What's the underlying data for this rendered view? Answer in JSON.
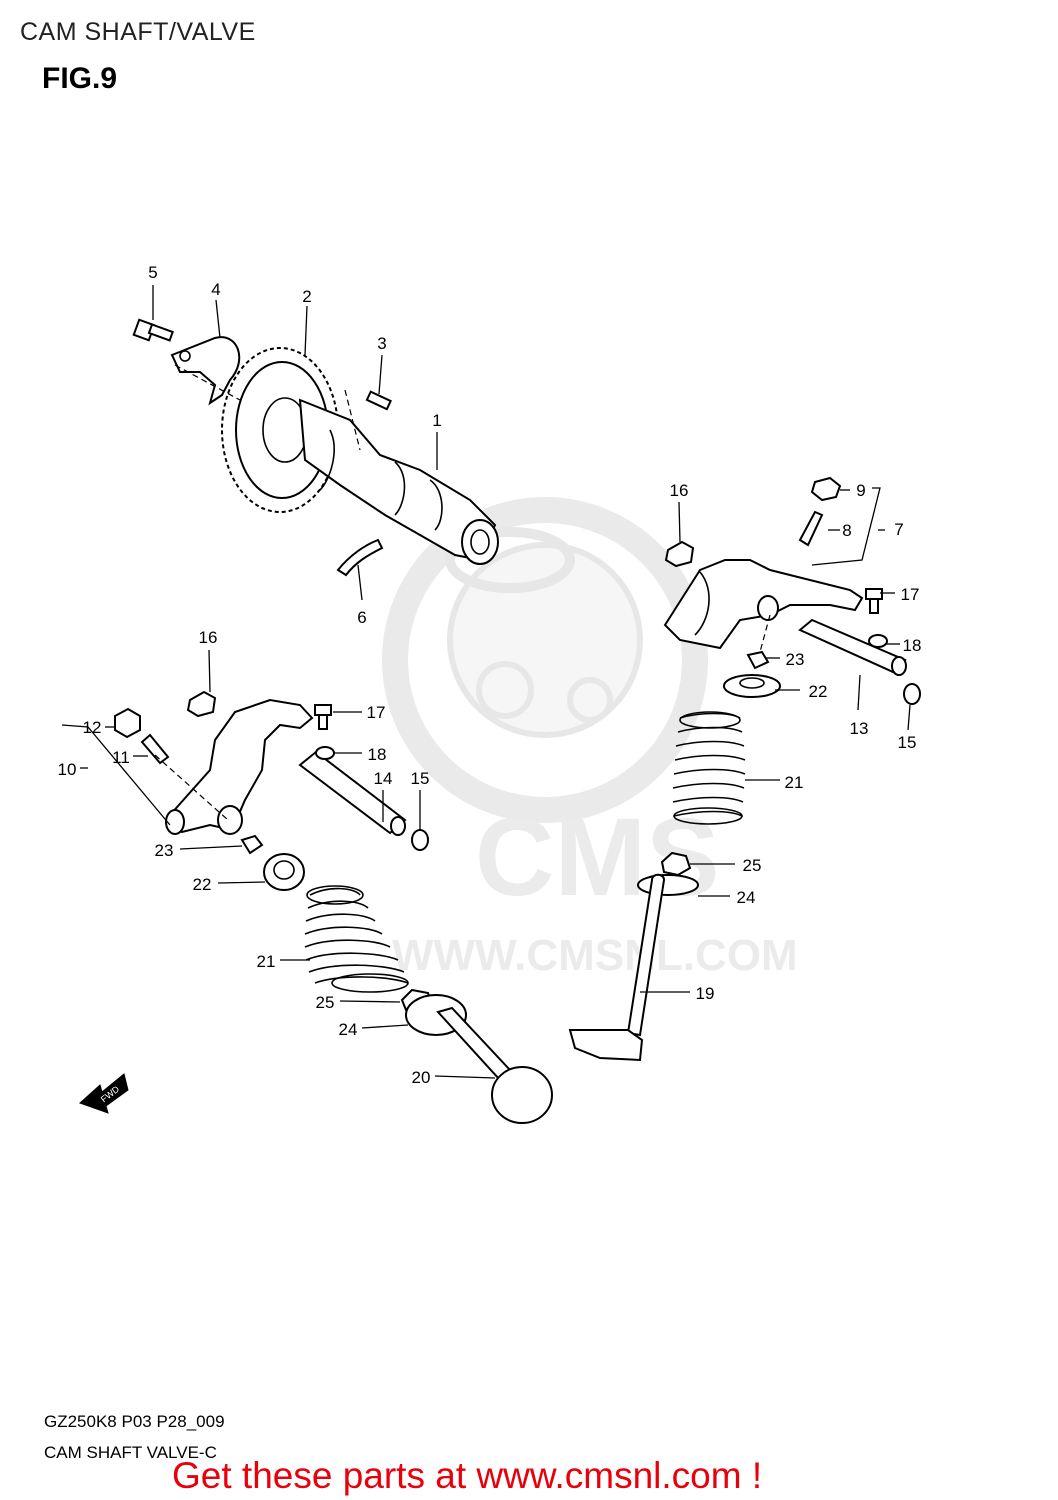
{
  "header": {
    "title": "CAM SHAFT/VALVE",
    "figure": "FIG.9"
  },
  "footer": {
    "code": "GZ250K8 P03 P28_009",
    "name": "CAM SHAFT VALVE-C",
    "promo": "Get these parts at www.cmsnl.com !"
  },
  "watermark": {
    "brand": "CMS",
    "url": "WWW.CMSNL.COM"
  },
  "direction": {
    "label": "FWD"
  },
  "callouts": [
    {
      "id": "1",
      "text": "1"
    },
    {
      "id": "2",
      "text": "2"
    },
    {
      "id": "3",
      "text": "3"
    },
    {
      "id": "4",
      "text": "4"
    },
    {
      "id": "5",
      "text": "5"
    },
    {
      "id": "6",
      "text": "6"
    },
    {
      "id": "7",
      "text": "7"
    },
    {
      "id": "8",
      "text": "8"
    },
    {
      "id": "9",
      "text": "9"
    },
    {
      "id": "10",
      "text": "10"
    },
    {
      "id": "11",
      "text": "11"
    },
    {
      "id": "12",
      "text": "12"
    },
    {
      "id": "13",
      "text": "13"
    },
    {
      "id": "14",
      "text": "14"
    },
    {
      "id": "15a",
      "text": "15"
    },
    {
      "id": "15b",
      "text": "15"
    },
    {
      "id": "16a",
      "text": "16"
    },
    {
      "id": "16b",
      "text": "16"
    },
    {
      "id": "17a",
      "text": "17"
    },
    {
      "id": "17b",
      "text": "17"
    },
    {
      "id": "18a",
      "text": "18"
    },
    {
      "id": "18b",
      "text": "18"
    },
    {
      "id": "19",
      "text": "19"
    },
    {
      "id": "20",
      "text": "20"
    },
    {
      "id": "21a",
      "text": "21"
    },
    {
      "id": "21b",
      "text": "21"
    },
    {
      "id": "22a",
      "text": "22"
    },
    {
      "id": "22b",
      "text": "22"
    },
    {
      "id": "23a",
      "text": "23"
    },
    {
      "id": "23b",
      "text": "23"
    },
    {
      "id": "24a",
      "text": "24"
    },
    {
      "id": "24b",
      "text": "24"
    },
    {
      "id": "25a",
      "text": "25"
    },
    {
      "id": "25b",
      "text": "25"
    }
  ]
}
